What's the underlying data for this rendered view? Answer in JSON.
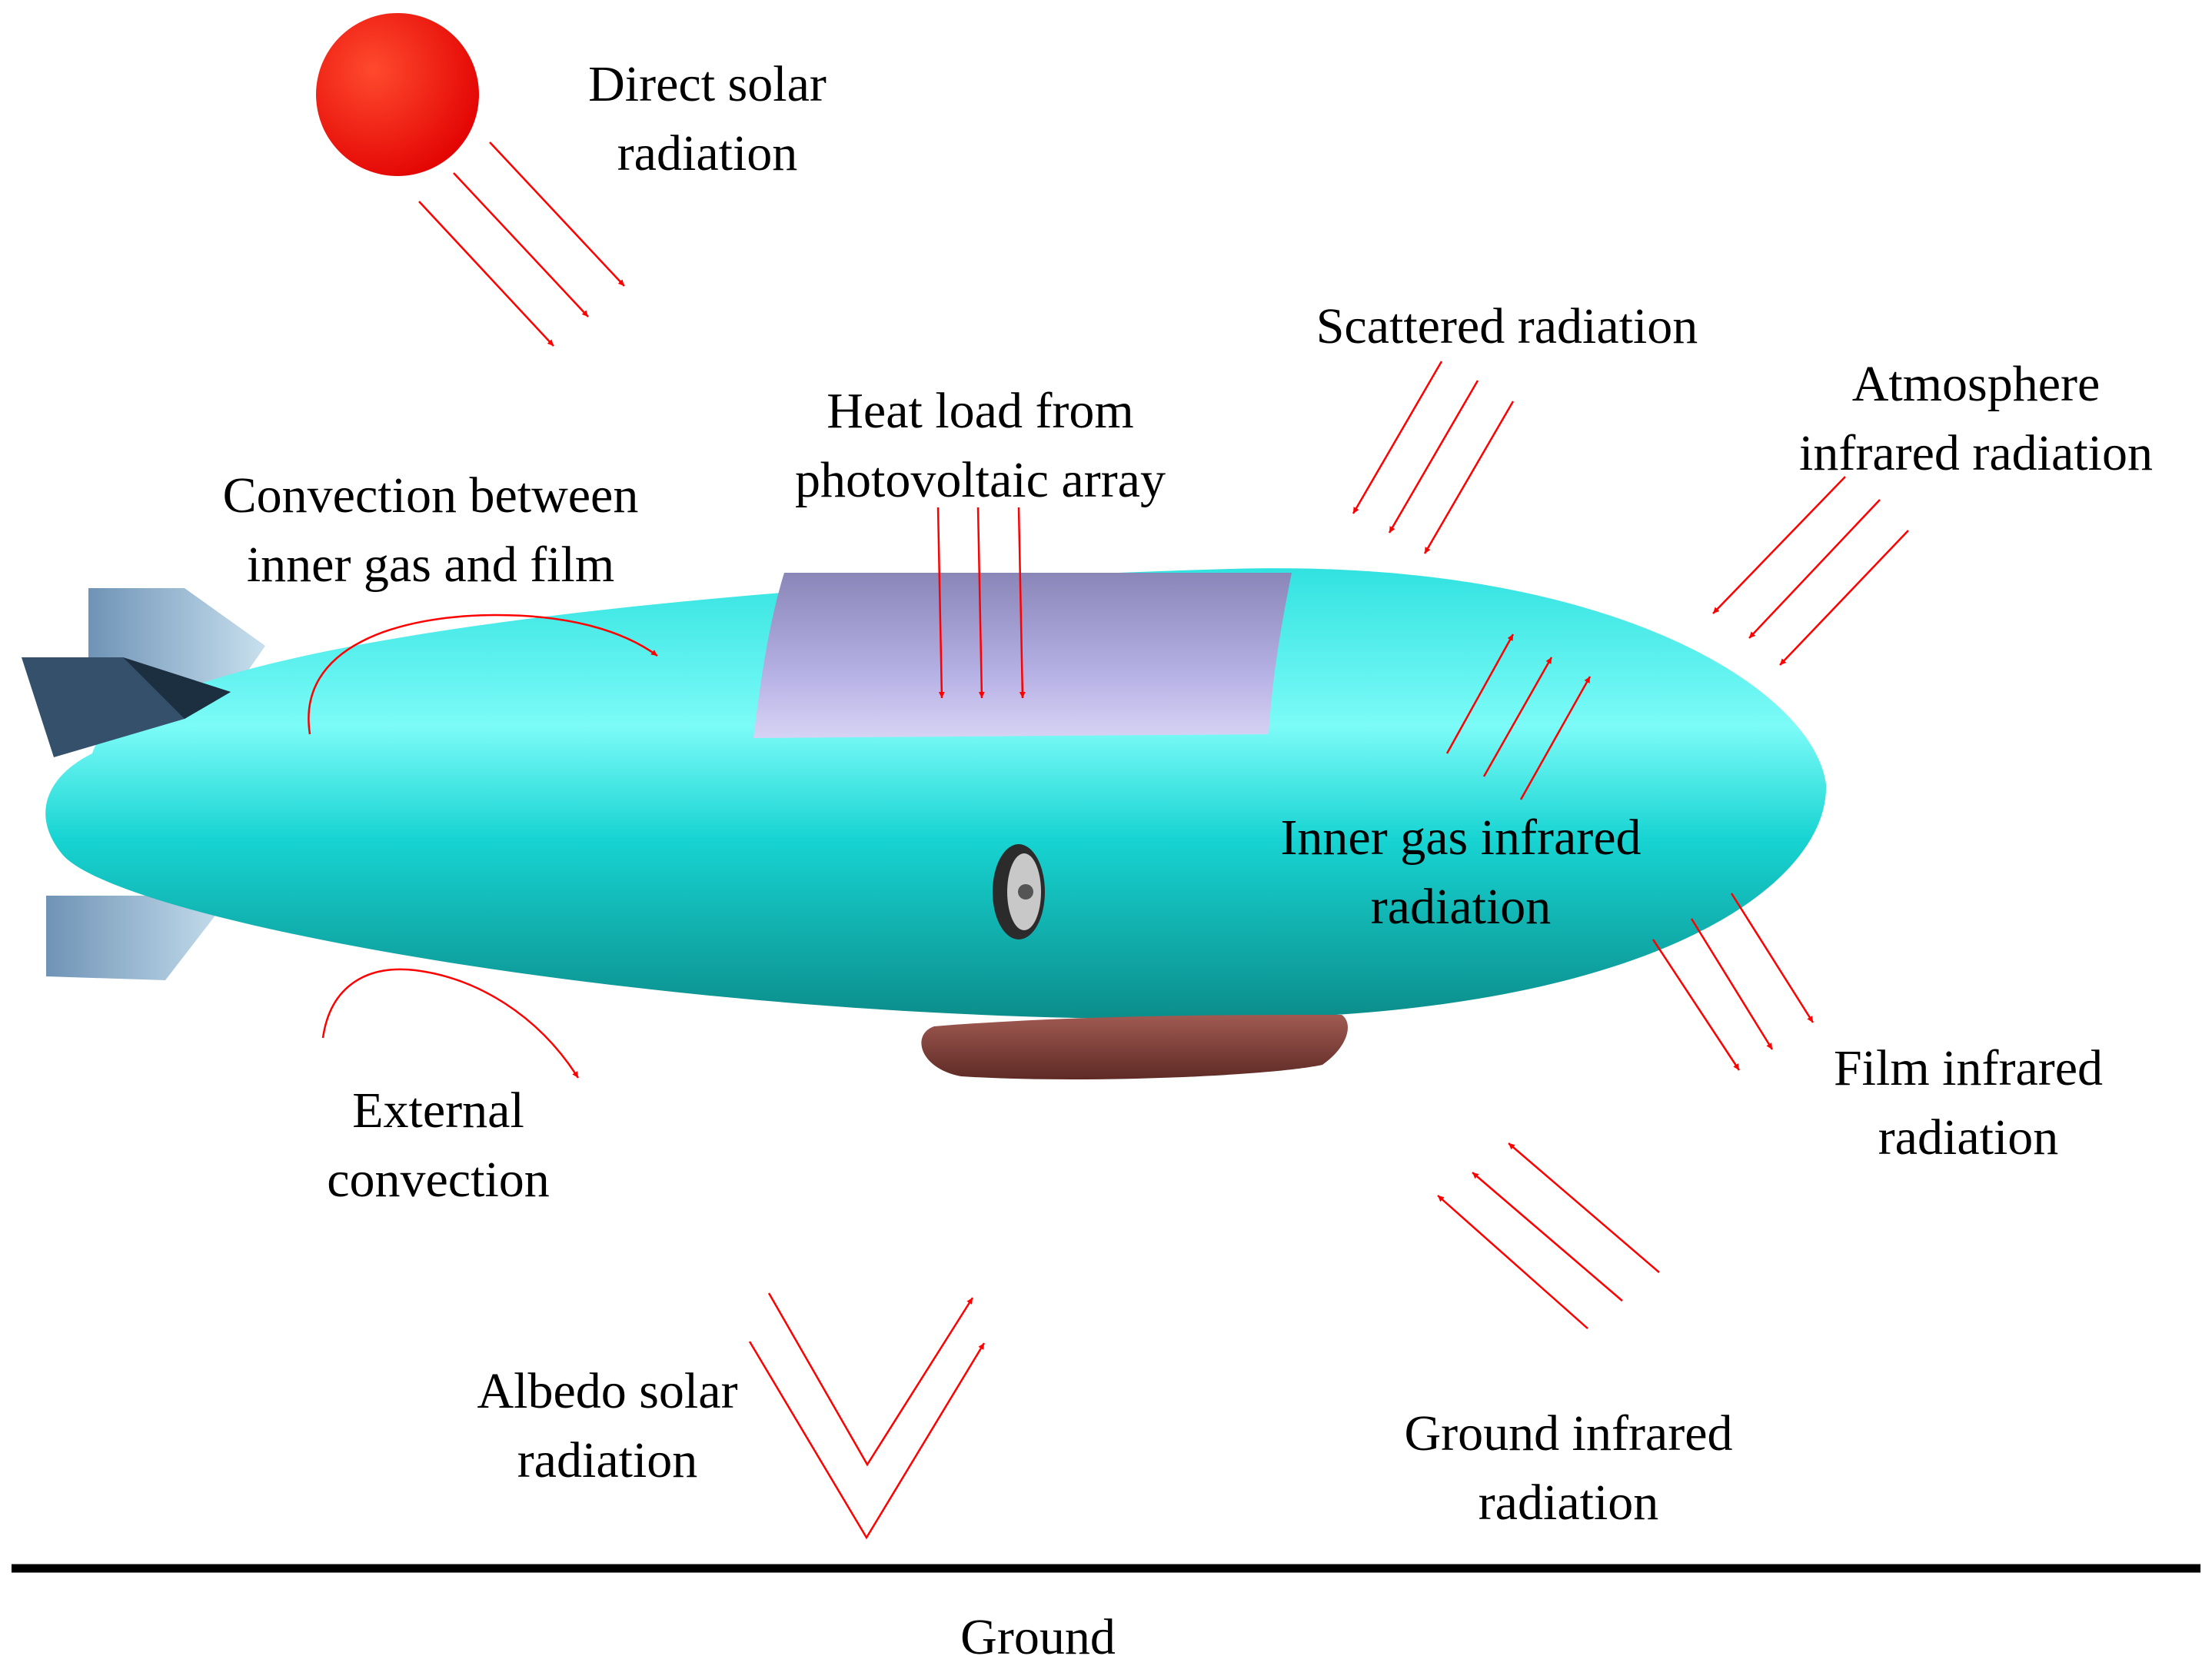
{
  "labels": {
    "direct_solar": [
      "Direct solar",
      "radiation"
    ],
    "scattered": [
      "Scattered radiation"
    ],
    "atmosphere_ir": [
      "Atmosphere",
      "infrared radiation"
    ],
    "heat_load": [
      "Heat load from",
      "photovoltaic array"
    ],
    "convection_inner": [
      "Convection  between",
      "inner gas and film"
    ],
    "inner_gas_ir": [
      "Inner gas infrared",
      "radiation"
    ],
    "film_ir": [
      "Film infrared",
      "radiation"
    ],
    "external_convection": [
      "External",
      "convection"
    ],
    "albedo": [
      "Albedo solar",
      "radiation"
    ],
    "ground_ir": [
      "Ground infrared",
      "radiation"
    ],
    "ground": "Ground"
  },
  "colors": {
    "arrow": "#ff0000",
    "sun": "#ff0000",
    "envelope": "#1ed8d8",
    "solar_array": "#a9a4d6",
    "gondola": "#7e3f38",
    "fins": "#9ec3dc",
    "ground_line": "#000000"
  }
}
